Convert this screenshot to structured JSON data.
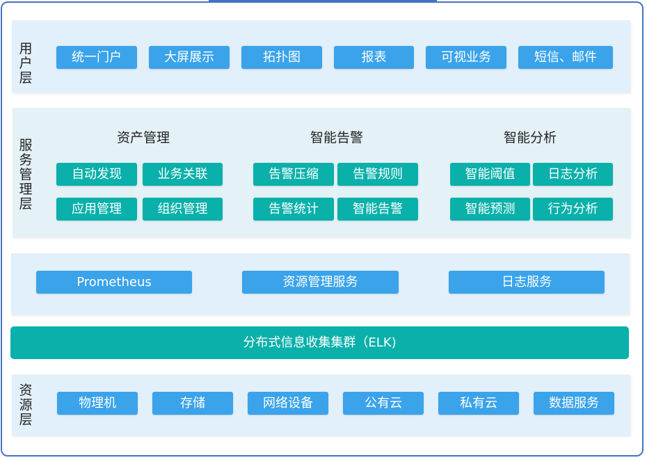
{
  "user_layer": {
    "label": "用户层",
    "items": [
      "统一门户",
      "大屏展示",
      "拓扑图",
      "报表",
      "可视业务",
      "短信、邮件"
    ]
  },
  "service_layer": {
    "label": "服务管理层",
    "groups": [
      {
        "title": "资产管理",
        "items": [
          "自动发现",
          "业务关联",
          "应用管理",
          "组织管理"
        ]
      },
      {
        "title": "智能告警",
        "items": [
          "告警压缩",
          "告警规则",
          "告警统计",
          "智能告警"
        ]
      },
      {
        "title": "智能分析",
        "items": [
          "智能阈值",
          "日志分析",
          "智能预测",
          "行为分析"
        ]
      }
    ]
  },
  "data_services": [
    "Prometheus",
    "资源管理服务",
    "日志服务"
  ],
  "cluster": "分布式信息收集集群（ELK)",
  "resource_layer": {
    "label": "资源层",
    "items": [
      "物理机",
      "存储",
      "网络设备",
      "公有云",
      "私有云",
      "数据服务"
    ]
  }
}
